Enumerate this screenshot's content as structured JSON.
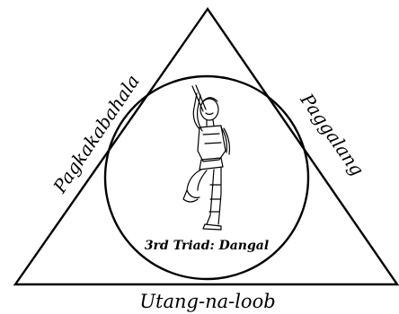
{
  "diagram": {
    "left_side_label": "Pagkakabahala",
    "right_side_label": "Paggalang",
    "base_label": "Utang-na-loob",
    "center_label": "3rd Triad: Dangal",
    "center_figure_icon": "dancer-figure-icon",
    "stroke_color": "#000000",
    "background_color": "#ffffff"
  }
}
